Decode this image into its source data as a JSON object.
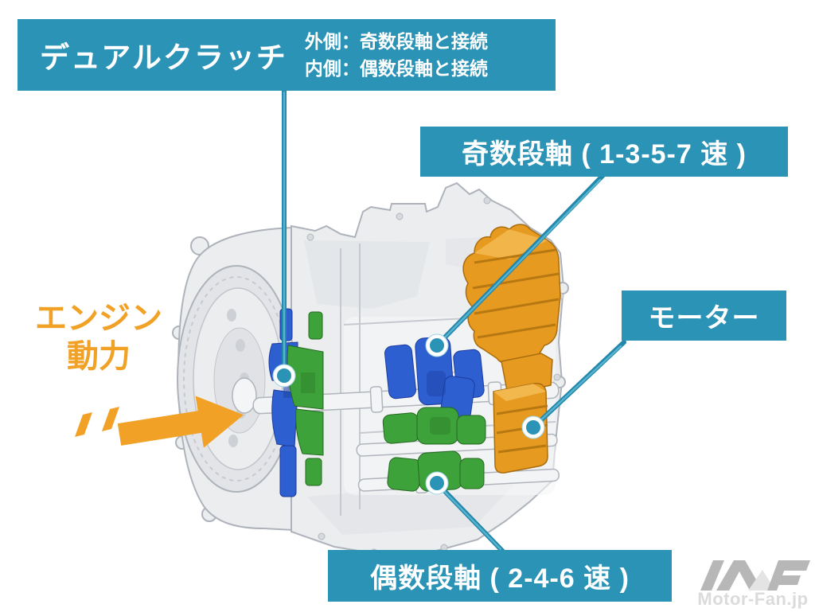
{
  "title_box": {
    "label": "デュアルクラッチ",
    "note1": "外側：奇数段軸と接続",
    "note2": "内側：偶数段軸と接続"
  },
  "callouts": {
    "odd_shaft": "奇数段軸 ( 1-3-5-7 速 )",
    "motor": "モーター",
    "even_shaft": "偶数段軸 ( 2-4-6 速 )"
  },
  "engine": {
    "line1": "エンジン",
    "line2": "動力"
  },
  "watermark": {
    "text": "Motor-Fan.jp"
  },
  "colors": {
    "teal": "#2B93B6",
    "teal_line": "#2287AC",
    "orange": "#F1A226",
    "blue": "#2E5FD0",
    "blue_dark": "#1E44A8",
    "green": "#3EA23B",
    "green_dark": "#2B7F2A",
    "motor": "#E79A20",
    "motor_dark": "#B77812",
    "motor_light": "#F3BA52",
    "case_fill": "#ECEDEF",
    "case_line": "#AEB3BB",
    "case_shade": "#DFE1E5",
    "watermark_logo": "#B7B7B7",
    "watermark_text": "#DBDBDB"
  }
}
